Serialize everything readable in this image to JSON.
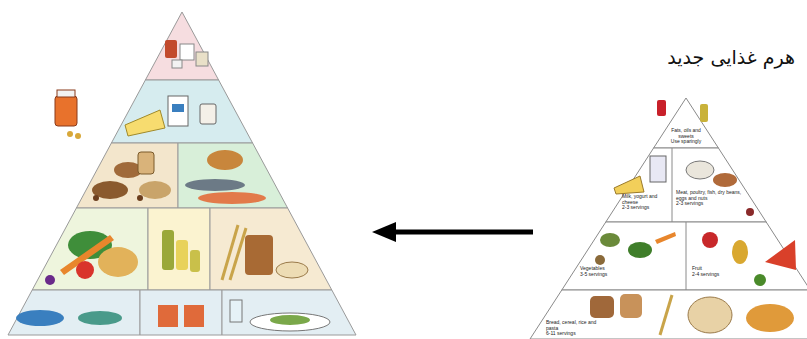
{
  "diagram": {
    "title": "هرم غذایی جدید",
    "nodes": [
      {
        "text": [
          "Fats, oils and sweets",
          "Use sparingly"
        ]
      },
      {
        "text": [
          "Milk, yogurt and cheese",
          "2-3 servings"
        ]
      },
      {
        "text": [
          "Meat, poultry, fish, dry beans, eggs and nuts",
          "2-3 servings"
        ]
      },
      {
        "text": [
          "Vegetables",
          "3-5 servings"
        ]
      },
      {
        "text": [
          "Fruit",
          "2-4 servings"
        ]
      },
      {
        "text": [
          "Bread, cereal, rice and pasta",
          "6-11 servings"
        ]
      }
    ]
  }
}
